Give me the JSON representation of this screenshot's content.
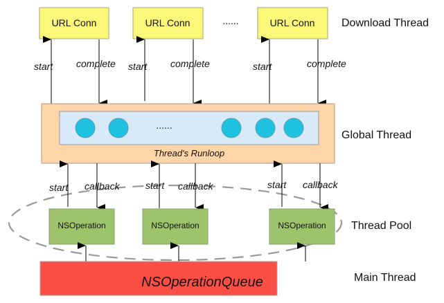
{
  "layers": {
    "download": {
      "label": "Download Thread"
    },
    "global": {
      "label": "Global Thread",
      "runloop_label": "Thread's Runloop",
      "ellipsis": "......"
    },
    "pool": {
      "label": "Thread Pool"
    },
    "main": {
      "label": "Main Thread",
      "queue_label": "NSOperationQueue"
    }
  },
  "url_conns": [
    {
      "label": "URL Conn",
      "start_label": "start",
      "complete_label": "complete"
    },
    {
      "label": "URL Conn",
      "start_label": "start",
      "complete_label": "complete"
    },
    {
      "label": "URL Conn",
      "start_label": "start",
      "complete_label": "complete"
    }
  ],
  "url_conn_ellipsis": "......",
  "operations": [
    {
      "label": "NSOperation",
      "start_label": "start",
      "callback_label": "callback"
    },
    {
      "label": "NSOperation",
      "start_label": "start",
      "callback_label": "callback"
    },
    {
      "label": "NSOperation",
      "start_label": "start",
      "callback_label": "callback"
    }
  ],
  "colors": {
    "url_conn_fill": "#fbf779",
    "url_conn_border": "#a9a07a",
    "global_fill": "#fdd5a8",
    "runloop_fill": "#d8eaf7",
    "circle_fill": "#1fc1e0",
    "operation_fill": "#9dc46a",
    "queue_fill": "#fb4f46"
  }
}
